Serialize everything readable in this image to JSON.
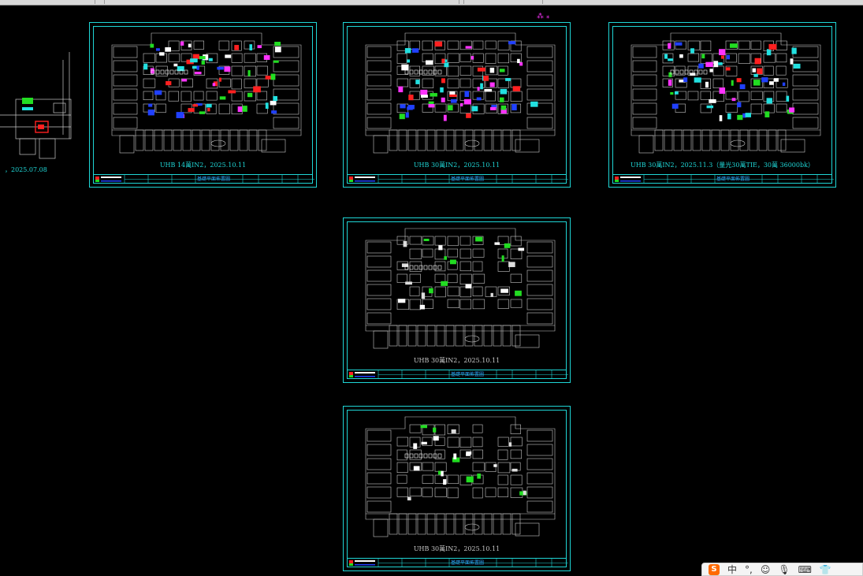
{
  "sheets": [
    {
      "id": "s1",
      "caption": "UHB 14萬IN2，2025.10.11",
      "tb_title": "基礎平面佈置圖",
      "style": "color"
    },
    {
      "id": "s2",
      "caption": "UHB 30萬IN2，2025.10.11",
      "tb_title": "基礎平面佈置圖",
      "style": "color"
    },
    {
      "id": "s3",
      "caption": "UHB 30萬IN2，2025.11.3（量光30萬TIE，30萬 36000bk）",
      "tb_title": "基礎平面佈置圖",
      "style": "color"
    },
    {
      "id": "s4",
      "caption": "UHB 30萬IN2，2025.10.11",
      "tb_title": "基礎平面佈置圖",
      "style": "gray"
    },
    {
      "id": "s5",
      "caption": "UHB 30萬IN2，2025.10.11",
      "tb_title": "基礎平面佈置圖",
      "style": "gray"
    }
  ],
  "partial_sheet": {
    "caption": "，2025.07.08"
  },
  "canvas_mark": {
    "text": "⁂ ⁎"
  },
  "ime_bar": {
    "logo": "S",
    "mode": "中",
    "punct": "°,",
    "emoji": "☺",
    "mic": "🎙",
    "keyboard": "⌨",
    "skin": "👕"
  },
  "colors": {
    "frame": "#1fd6d6",
    "plan": "#c8c8c8",
    "accent_red": "#ff2020",
    "accent_blue": "#2040ff",
    "accent_magenta": "#ff33ff",
    "accent_green": "#22dd22",
    "accent_cyan": "#22e0e0"
  }
}
